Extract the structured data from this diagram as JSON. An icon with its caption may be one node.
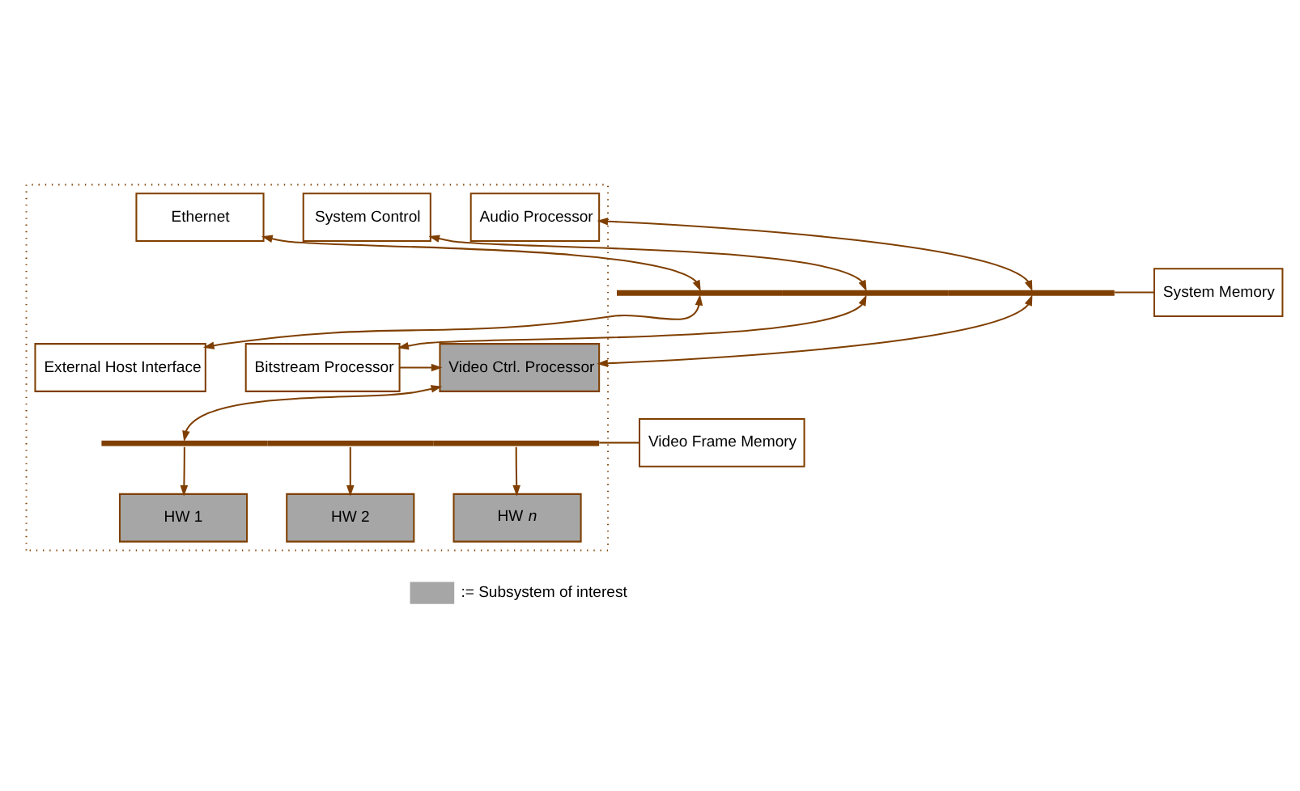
{
  "diagram": {
    "nodes": [
      {
        "text": [],
        "shape": "box"
      },
      {
        "text": [
          "Ethernet"
        ],
        "in": 0
      },
      {
        "text": [
          "System Control"
        ],
        "in": 0
      },
      {
        "text": [
          "Audio Processor"
        ],
        "in": 0
      },
      {
        "text": [],
        "shape": "bar"
      },
      {
        "text": [
          "System Memory"
        ]
      },
      {
        "text": [
          "External Host Interface"
        ],
        "in": 0
      },
      {
        "text": [
          "Bitstream Processor"
        ],
        "in": 0
      },
      {
        "text": [
          "Video Ctrl. Processor"
        ],
        "in": 0
      },
      {
        "text": [],
        "shape": "bar",
        "in": 0
      },
      {
        "text": [
          "Video Frame Memory"
        ]
      },
      {
        "text": [
          "HW 1"
        ],
        "in": 0
      },
      {
        "text": [
          "HW 2"
        ],
        "in": 0
      },
      {
        "text": [
          "HW *n*"
        ],
        "in": 0
      }
    ],
    "edges": [
      {
        "from": 1,
        "to": 4,
        "arrow": "both"
      },
      {
        "from": 2,
        "to": 4,
        "arrow": "both"
      },
      {
        "from": 3,
        "to": 4,
        "arrow": "both"
      },
      {
        "from": 4,
        "to": 5,
        "arrow": "none"
      },
      {
        "from": 4,
        "to": 6,
        "arrow": "both"
      },
      {
        "from": 4,
        "to": 7,
        "arrow": "both"
      },
      {
        "from": 4,
        "to": 8,
        "arrow": "both"
      },
      {
        "from": 7,
        "to": 8,
        "arrow": "to"
      },
      {
        "from": 8,
        "to": 9,
        "arrow": "both"
      },
      {
        "from": 9,
        "to": 10,
        "arrow": "none"
      },
      {
        "from": 9,
        "to": 11,
        "arrow": "to"
      },
      {
        "from": 9,
        "to": 12,
        "arrow": "to"
      },
      {
        "from": 9,
        "to": 13,
        "arrow": "to"
      }
    ],
    "legend": [
      {
        "text": ":= Subsystem of interest",
        "color": "#a6a6a6"
      }
    ]
  }
}
